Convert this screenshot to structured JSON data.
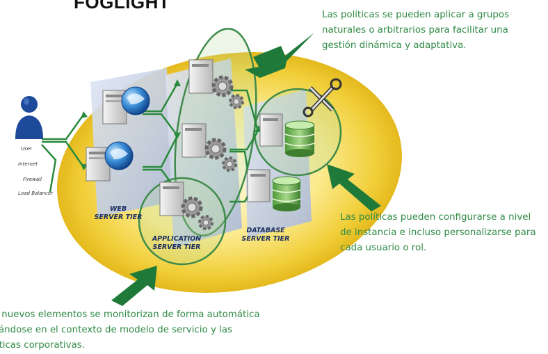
{
  "title": "FOGLIGHT",
  "callouts": {
    "top_right": "Las políticas se pueden aplicar a grupos naturales o arbitrarios para facilitar una gestión dinámica y adaptativa.",
    "middle_right": "Las políticas pueden configurarse a nivel de instancia e incluso personalizarse para cada usuario o rol.",
    "bottom_left": {
      "line1": "s nuevos elementos se monitorizan de forma automática",
      "line2": "sándose en el contexto de modelo de servicio y las",
      "line3": "líticas corporativas."
    }
  },
  "user_labels": [
    "User",
    "Internet",
    "Firewall",
    "Load Balancer"
  ],
  "tiers": {
    "web": {
      "line1": "WEB",
      "line2": "SERVER TIER"
    },
    "application": {
      "line1": "APPLICATION",
      "line2": "SERVER TIER"
    },
    "database": {
      "line1": "DATABASE",
      "line2": "SERVER TIER"
    }
  },
  "colors": {
    "callout_text": "#2f8a45",
    "arrow_green": "#1f7a3a",
    "ellipse_yellow": "#f1cf3a",
    "tier_label": "#1b2e60"
  },
  "icons": [
    "user-icon",
    "globe-icon",
    "server-icon",
    "gear-icon",
    "database-icon",
    "wrench-icon"
  ]
}
